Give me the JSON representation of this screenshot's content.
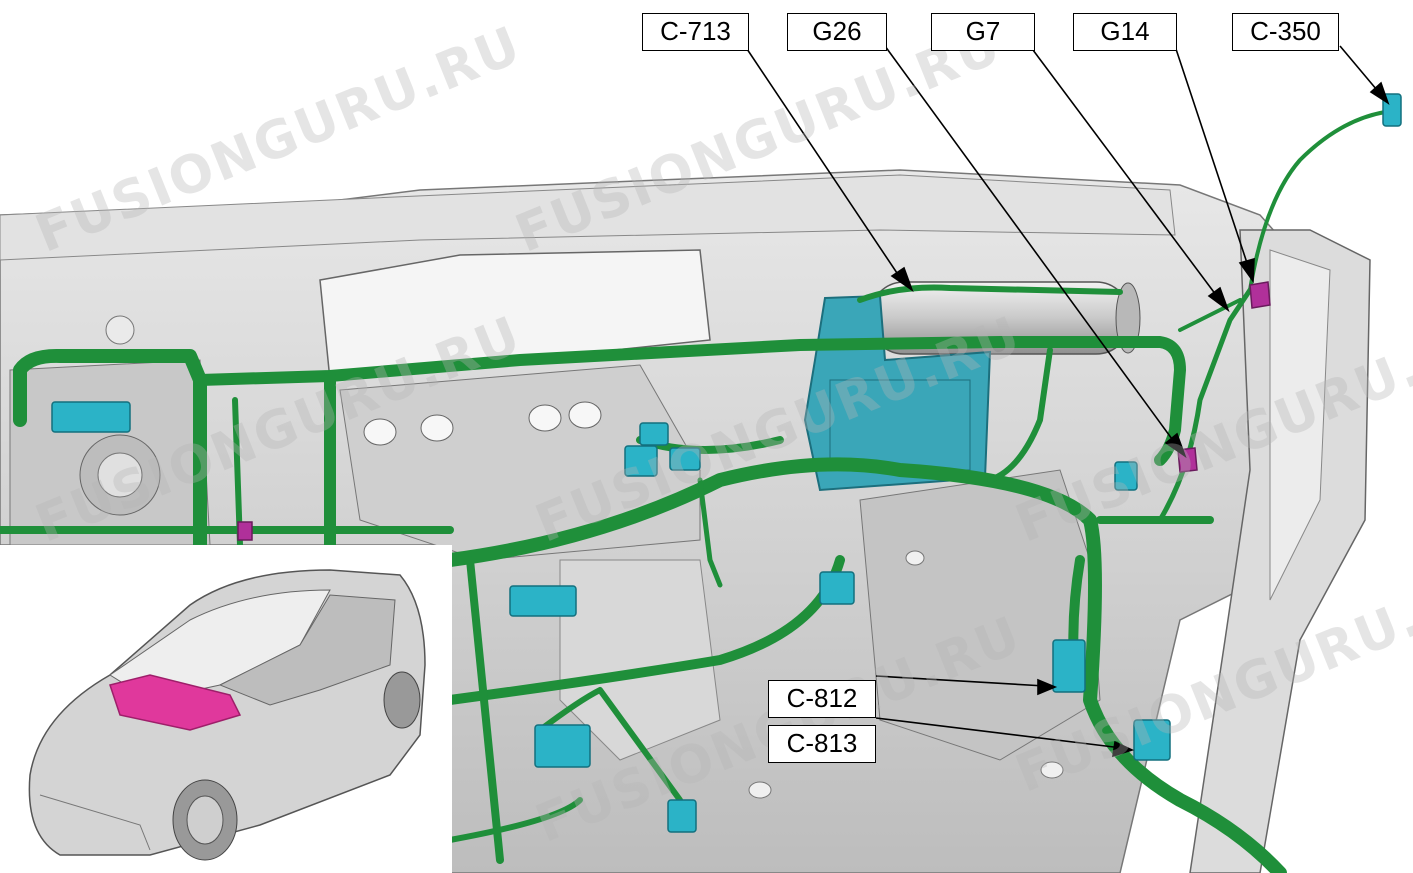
{
  "callouts": {
    "c713": "C-713",
    "g26": "G26",
    "g7": "G7",
    "g14": "G14",
    "c350": "C-350",
    "c812": "C-812",
    "c813": "C-813"
  },
  "watermark": "FUSIONGURU.RU",
  "colors": {
    "harness": "#1f8f3a",
    "connector": "#2bb3c7",
    "ground": "#b0309a",
    "highlight": "#e0389c",
    "body": "#d6d6d6"
  }
}
